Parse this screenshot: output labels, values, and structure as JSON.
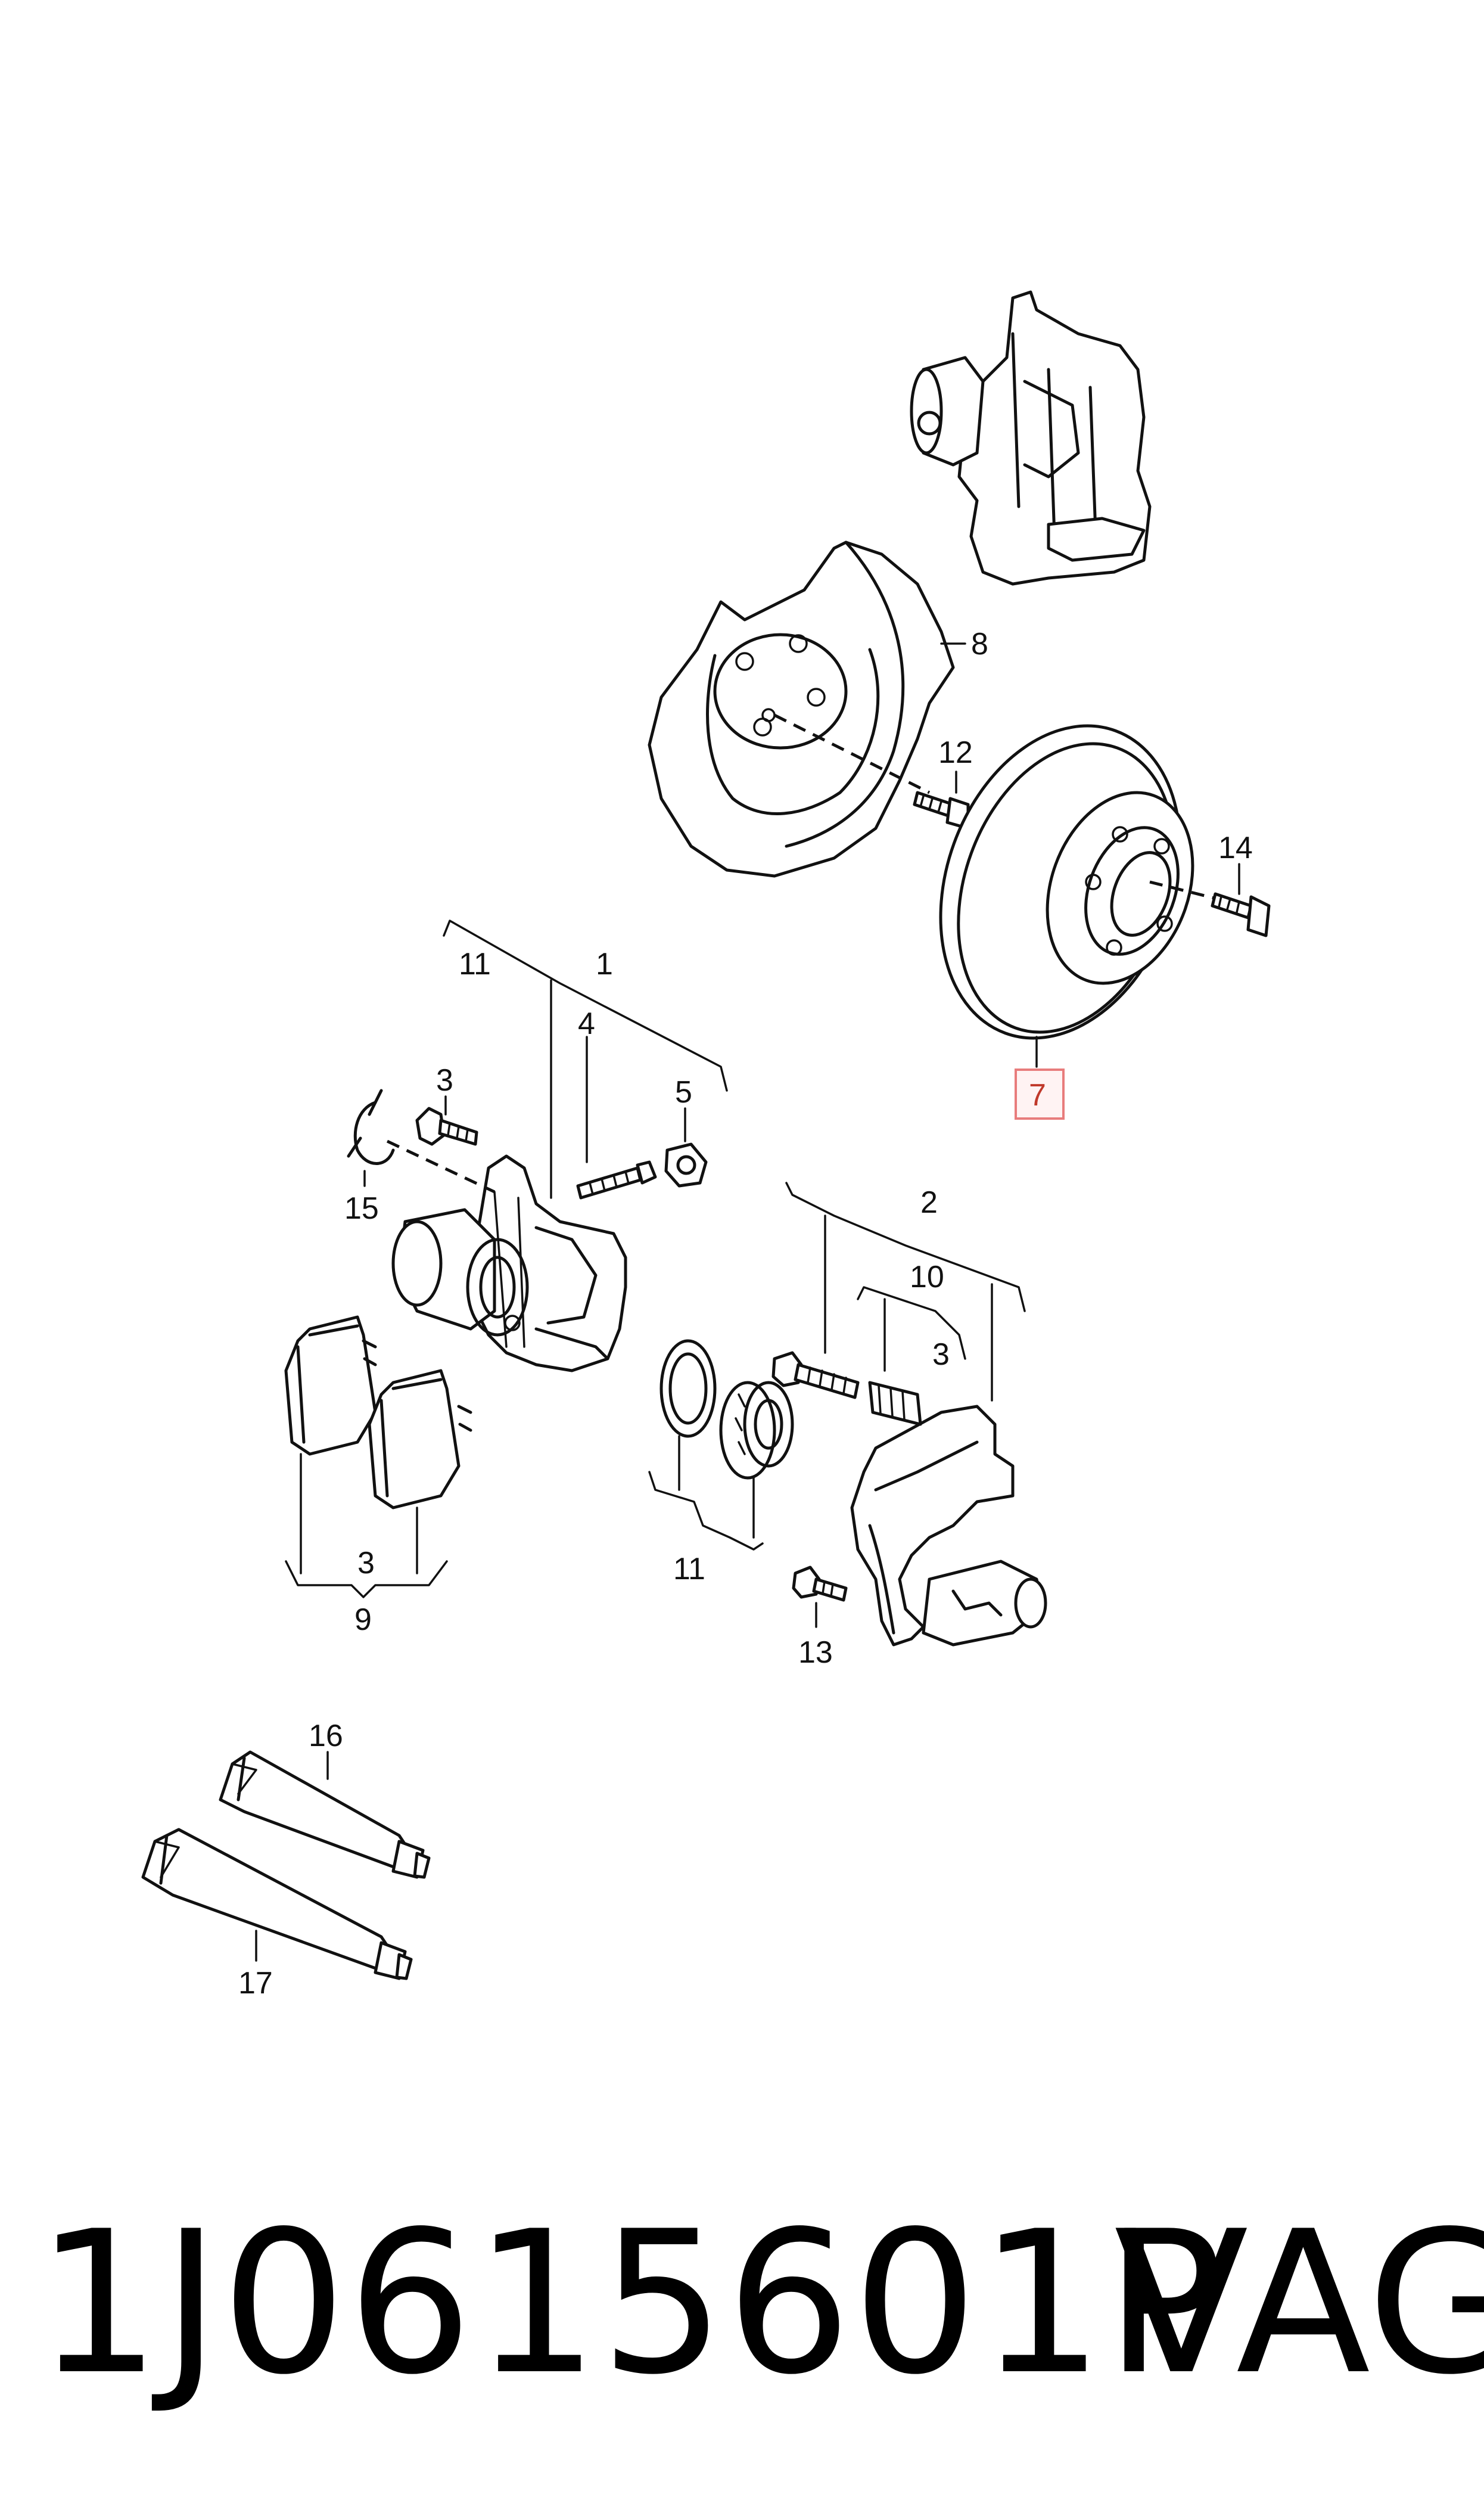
{
  "callouts": {
    "c1": "1",
    "c2": "2",
    "c3a": "3",
    "c3b": "3",
    "c3c": "3",
    "c4": "4",
    "c5": "5",
    "c7": "7",
    "c8": "8",
    "c9": "9",
    "c10": "10",
    "c11a": "11",
    "c11b": "11",
    "c12": "12",
    "c13": "13",
    "c14": "14",
    "c15": "15",
    "c16": "16",
    "c17": "17"
  },
  "highlight_color": "#e87c7c",
  "footer": {
    "part_number": "1J0615601P",
    "brand": "VAG"
  }
}
